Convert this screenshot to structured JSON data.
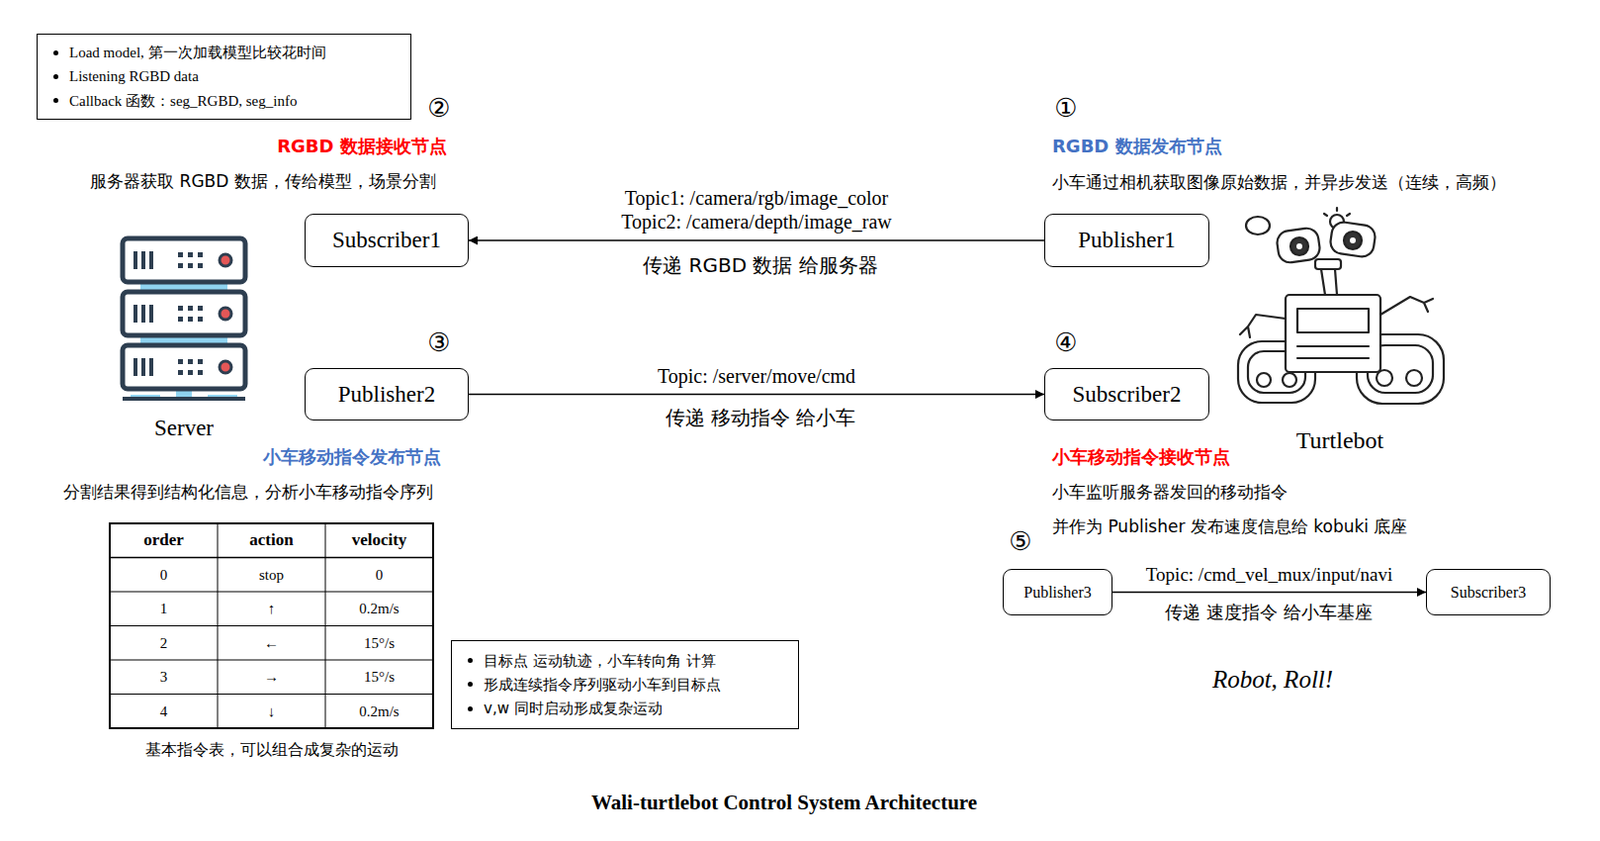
{
  "diagram": {
    "caption": "Wali-turtlebot Control System Architecture",
    "nodes": [
      {
        "text": [
          "Load model, 第一次加载模型比较花时间",
          "Listening RGBD data",
          "Callback 函数：seg_RGBD, seg_info"
        ]
      },
      {
        "text": [
          "Subscriber1"
        ]
      },
      {
        "text": [
          "Publisher1"
        ]
      },
      {
        "text": [
          "Publisher2"
        ]
      },
      {
        "text": [
          "Subscriber2"
        ]
      },
      {
        "text": [
          "Publisher3"
        ]
      },
      {
        "text": [
          "Subscriber3"
        ]
      },
      {
        "text": [
          "目标点 运动轨迹，小车转向角 计算",
          "形成连续指令序列驱动小车到目标点",
          "v,w 同时启动形成复杂运动"
        ]
      }
    ],
    "edges": [
      {
        "from": 2,
        "to": 1,
        "arrow": "to",
        "label": "Topic1: /camera/rgb/image_color Topic2: /camera/depth/image_raw"
      },
      {
        "from": 3,
        "to": 4,
        "arrow": "to",
        "label": "Topic: /server/move/cmd"
      },
      {
        "from": 5,
        "to": 6,
        "arrow": "to",
        "label": "Topic: /cmd_vel_mux/input/navi"
      }
    ],
    "labels": [
      "②",
      "RGBD 数据接收节点",
      "服务器获取 RGBD 数据，传给模型，场景分割",
      "①",
      "RGBD 数据发布节点",
      "小车通过相机获取图像原始数据，并异步发送（连续，高频）",
      "传递 RGBD 数据 给服务器",
      "Server",
      "③",
      "④",
      "传递 移动指令 给小车",
      "Turtlebot",
      "小车移动指令发布节点",
      "分割结果得到结构化信息，分析小车移动指令序列",
      "小车移动指令接收节点",
      "小车监听服务器发回的移动指令",
      "并作为 Publisher 发布速度信息给 kobuki 底座",
      "⑤",
      "传递 速度指令 给小车基座",
      "order",
      "action",
      "velocity",
      "0",
      "stop",
      "0",
      "1",
      "↑",
      "0.2m/s",
      "2",
      "←",
      "15°/s",
      "3",
      "→",
      "15°/s",
      "4",
      "↓",
      "0.2m/s",
      "基本指令表，可以组合成复杂的运动",
      "Robot, Roll!"
    ]
  }
}
